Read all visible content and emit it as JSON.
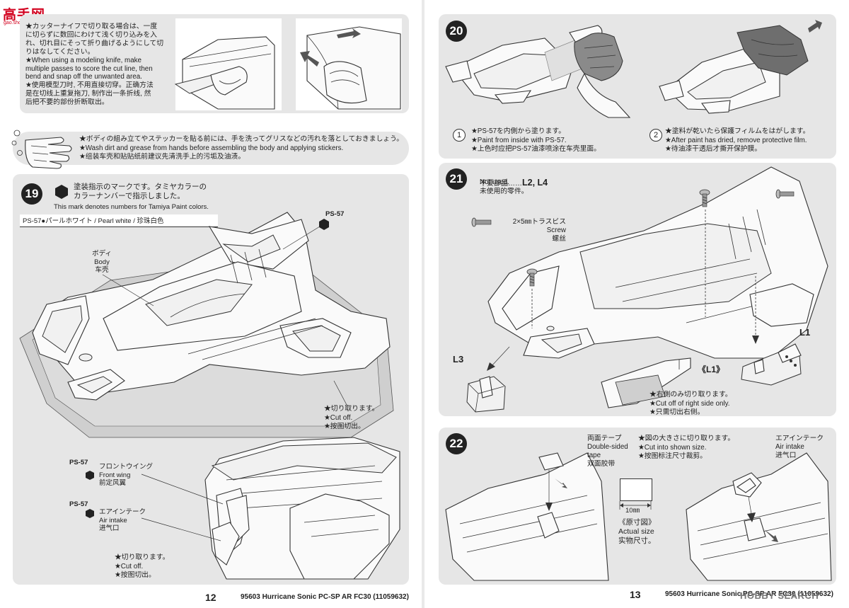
{
  "logo": {
    "text": "高手网",
    "url": "gao.shou.com"
  },
  "watermark": "HOBBY SEARCH",
  "left_page": {
    "page_number": "12",
    "footer": "95603 Hurricane Sonic PC-SP AR FC30 (11059632)",
    "knife_note": "★カッターナイフで切り取る場合は、一度\nに切らずに数回にわけて浅く切り込みを入\nれ、切れ目にそって折り曲げるようにして切\nりはなしてください。\n★When using a modeling knife, make\nmultiple passes to score the cut line, then\nbend and snap off the unwanted area.\n★使用模型刀时, 不用直接切穿。正确方法\n是在切线上重复拖刀, 制作出一条折线, 然\n后把不要的部份折断取出。",
    "wash_note": "★ボディの組み立てやステッカーを貼る前には、手を洗ってグリスなどの汚れを落としておきましょう。\n★Wash dirt and grease from hands before assembling the body and applying stickers.\n★组装车壳和贴贴纸前建议先清洗手上的污垢及油渍。",
    "step19": {
      "number": "19",
      "paint_mark_jp": "塗装指示のマークです。タミヤカラーの\nカラーナンバーで指示しました。",
      "paint_mark_en": "This mark denotes numbers for Tamiya Paint colors.",
      "legend": "PS-57●パールホワイト / Pearl white / 珍珠白色",
      "body_label": "ボディ\nBody\n车壳",
      "ps57_top": "PS-57",
      "cut_off_1": "★切り取ります。\n★Cut off.\n★按图切出。",
      "ps57_wing": "PS-57",
      "front_wing": "フロントウイング\nFront wing\n前定风翼",
      "ps57_intake": "PS-57",
      "air_intake": "エアインテーク\nAir intake\n进气口",
      "cut_off_2": "★切り取ります。\n★Cut off.\n★按图切出。"
    }
  },
  "right_page": {
    "page_number": "13",
    "footer": "95603 Hurricane Sonic PC-SP AR FC30 (11059632)",
    "step20": {
      "number": "20",
      "sub1_num": "1",
      "sub1_text": "★PS-57を内側から塗ります。\n★Paint from inside with PS-57.\n★上色时应把PS-57油漆喷涂在车壳里面。",
      "sub2_num": "2",
      "sub2_text": "★塗料が乾いたら保護フィルムをはがします。\n★After paint has dried, remove protective film.\n★待油漆干透后才撕开保护膜。"
    },
    "step21": {
      "number": "21",
      "not_used_jp": "不要部品……",
      "not_used_parts": "L2, L4",
      "not_used_en": "Not used.\n未使用的零件。",
      "screw": "2×5㎜トラスビス\nScrew\n螺丝",
      "l3": "L3",
      "l1": "L1",
      "l1_callout": "《L1》",
      "cut_right": "★右側のみ切り取ります。\n★Cut off of right side only.\n★只需切出右侧。"
    },
    "step22": {
      "number": "22",
      "tape": "両面テープ\nDouble-sided\ntape\n双面胶带",
      "cut_size": "★図の大きさに切り取ります。\n★Cut into shown size.\n★按图标注尺寸裁剪。",
      "dimension": "10㎜",
      "actual_size": "《原寸図》\nActual size\n实物尺寸。",
      "air_intake": "エアインテーク\nAir intake\n进气口"
    }
  }
}
